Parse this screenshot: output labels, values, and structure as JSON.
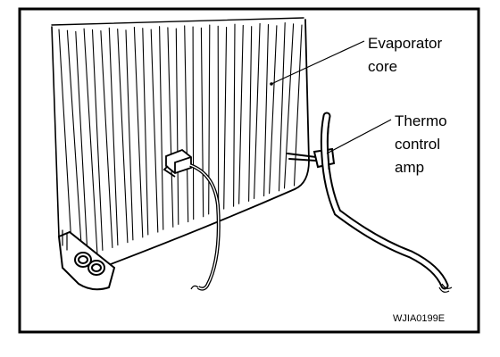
{
  "labels": {
    "evaporator_core": [
      "Evaporator",
      "core"
    ],
    "thermo_control_amp": [
      "Thermo",
      "control",
      "amp"
    ]
  },
  "figure_code": "WJIA0199E",
  "colors": {
    "ink": "#000000",
    "paper": "#ffffff"
  }
}
